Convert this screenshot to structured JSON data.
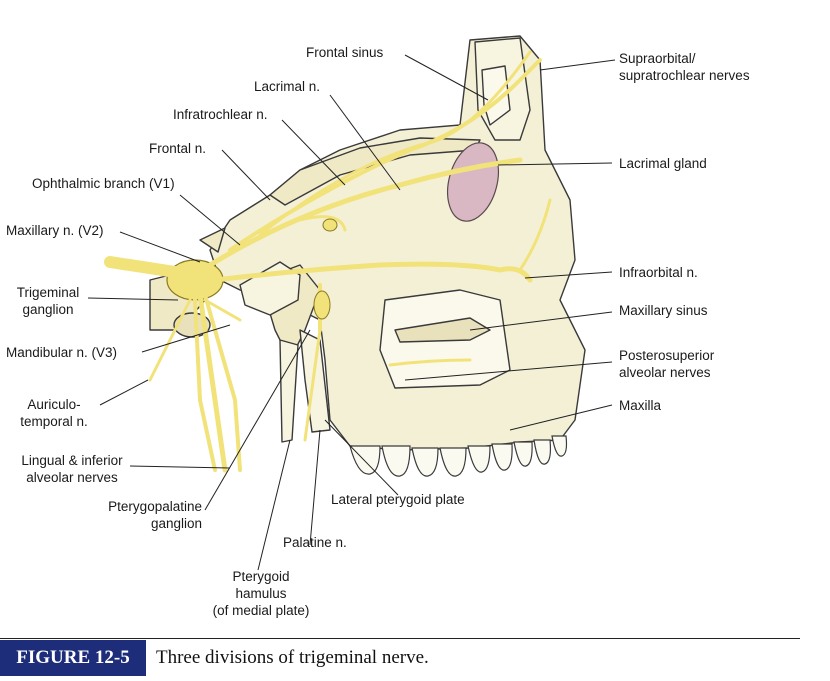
{
  "labels": {
    "frontal_sinus": "Frontal sinus",
    "lacrimal_n": "Lacrimal n.",
    "infratrochlear_n": "Infratrochlear n.",
    "frontal_n": "Frontal n.",
    "ophthalmic_branch": "Ophthalmic  branch (V1)",
    "maxillary_n": "Maxillary n. (V2)",
    "trigeminal_ganglion_1": "Trigeminal",
    "trigeminal_ganglion_2": "ganglion",
    "mandibular_n": "Mandibular n. (V3)",
    "auriculotemporal_1": "Auriculo-",
    "auriculotemporal_2": "temporal n.",
    "lingual_1": "Lingual & inferior",
    "lingual_2": "alveolar nerves",
    "pterygopalatine_1": "Pterygopalatine",
    "pterygopalatine_2": "ganglion",
    "palatine_n": "Palatine n.",
    "pterygoid_hamulus_1": "Pterygoid",
    "pterygoid_hamulus_2": "hamulus",
    "pterygoid_hamulus_3": "(of medial plate)",
    "lateral_pterygoid_plate": "Lateral pterygoid plate",
    "supraorbital_1": "Supraorbital/",
    "supraorbital_2": "supratrochlear nerves",
    "lacrimal_gland": "Lacrimal gland",
    "infraorbital_n": "Infraorbital n.",
    "maxillary_sinus": "Maxillary sinus",
    "posterosuperior_1": "Posterosuperior",
    "posterosuperior_2": "alveolar nerves",
    "maxilla": "Maxilla"
  },
  "caption": {
    "figure_number": "FIGURE 12-5",
    "text": "Three divisions of trigeminal nerve."
  },
  "colors": {
    "bone": "#f4f0d6",
    "bone_outline": "#3a3a3a",
    "nerve": "#f2e27a",
    "nerve_outline": "#8a7a20",
    "gland": "#d9b8c4",
    "caption_badge": "#1e2d7a"
  }
}
